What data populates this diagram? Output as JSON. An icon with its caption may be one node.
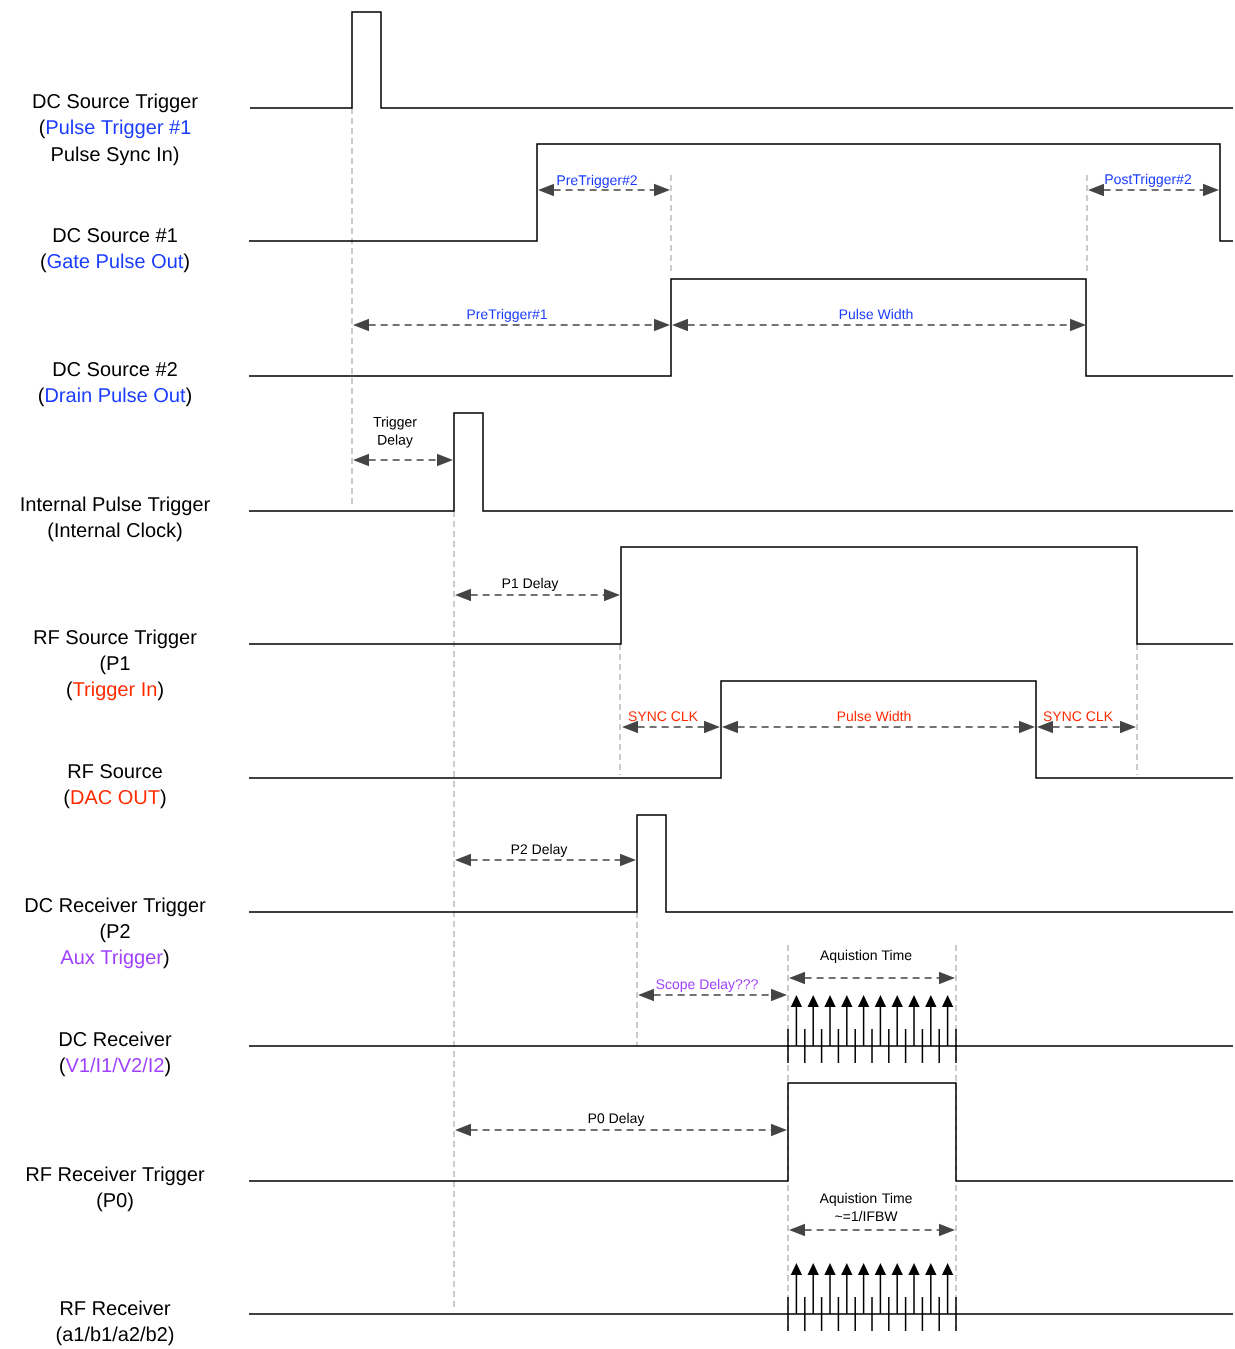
{
  "diagram": {
    "labels": [
      "DC Source Trigger",
      "(",
      "Pulse Trigger #1",
      "Pulse Sync In)",
      "PreTrigger#2",
      "PostTrigger#2",
      "DC Source #1",
      "(",
      "Gate Pulse Out",
      ")",
      "PreTrigger#1",
      "Pulse Width",
      "DC Source #2",
      "(",
      "Drain Pulse Out",
      ")",
      "Trigger Delay",
      "Internal Pulse Trigger",
      "(Internal Clock)",
      "P1 Delay",
      "RF Source Trigger",
      "(P1",
      "(",
      "Trigger In",
      ")",
      "SYNC CLK",
      "Pulse Width",
      "SYNC CLK",
      "RF Source",
      "(",
      "DAC OUT",
      ")",
      "P2 Delay",
      "DC Receiver Trigger",
      "(P2",
      "Aux Trigger",
      ")",
      "Aquistion Time",
      "Scope Delay???",
      "DC Receiver",
      "(",
      "V1/I1/V2/I2",
      ")",
      "P0 Delay",
      "RF Receiver Trigger",
      "(P0)",
      "Aquistion Time ~=1/IFBW",
      "RF Receiver",
      "(a1/b1/a2/b2)"
    ]
  }
}
